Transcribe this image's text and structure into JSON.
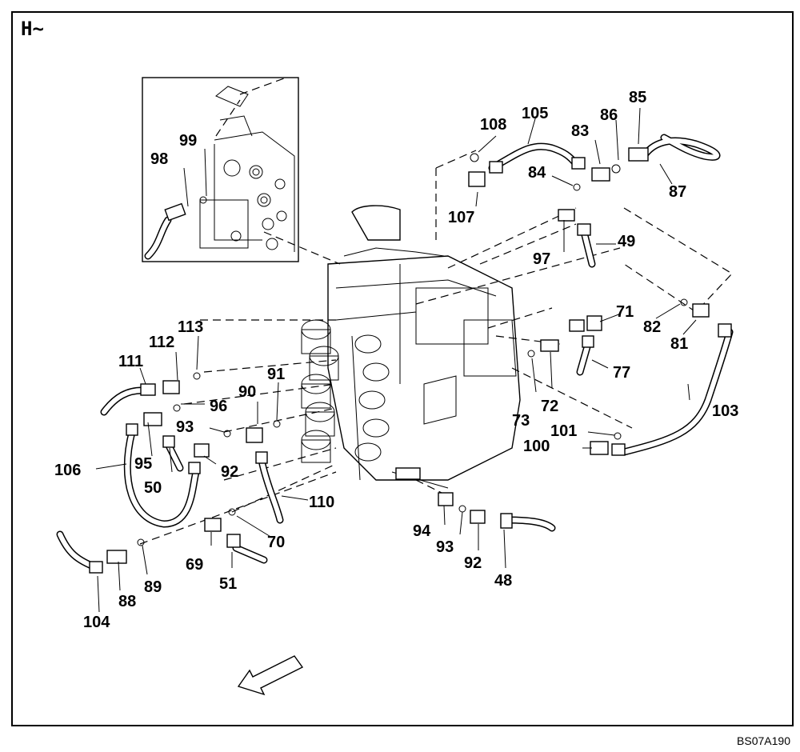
{
  "section_label": "H~",
  "drawing_code": "BS07A190",
  "callouts": [
    "98",
    "99",
    "108",
    "105",
    "83",
    "86",
    "85",
    "84",
    "107",
    "87",
    "97",
    "49",
    "113",
    "71",
    "82",
    "81",
    "112",
    "111",
    "91",
    "90",
    "77",
    "96",
    "73",
    "72",
    "93",
    "103",
    "101",
    "100",
    "95",
    "106",
    "92",
    "50",
    "110",
    "70",
    "94",
    "93",
    "92",
    "69",
    "89",
    "88",
    "51",
    "48",
    "104"
  ],
  "direction_arrow": "arrow-icon"
}
